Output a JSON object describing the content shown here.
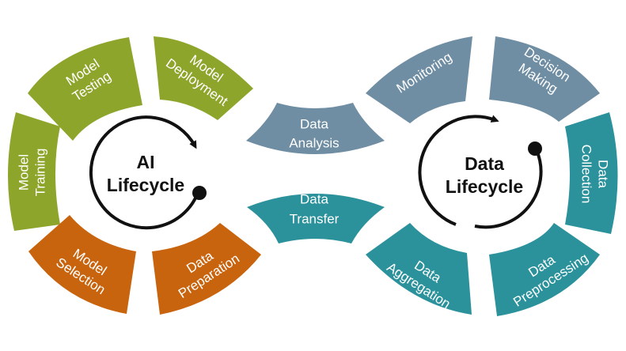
{
  "colors": {
    "green": "#8ea52c",
    "orange": "#c9640e",
    "slate": "#6f8ea3",
    "teal": "#2b929c",
    "cycle_arrow": "#111111"
  },
  "ai_lifecycle": {
    "title_line1": "AI",
    "title_line2": "Lifecycle",
    "segments": {
      "model_testing": [
        "Model",
        "Testing"
      ],
      "model_deployment": [
        "Model",
        "Deployment"
      ],
      "model_training": [
        "Model",
        "Training"
      ],
      "model_selection": [
        "Model",
        "Selection"
      ],
      "data_preparation": [
        "Data",
        "Preparation"
      ]
    }
  },
  "bridge": {
    "data_analysis": [
      "Data",
      "Analysis"
    ],
    "data_transfer": [
      "Data",
      "Transfer"
    ]
  },
  "data_lifecycle": {
    "title_line1": "Data",
    "title_line2": "Lifecycle",
    "segments": {
      "monitoring": [
        "Monitoring"
      ],
      "decision_making": [
        "Decision",
        "Making"
      ],
      "data_collection": [
        "Data",
        "Collection"
      ],
      "data_preprocessing": [
        "Data",
        "Preprocessing"
      ],
      "data_aggregation": [
        "Data",
        "Aggregation"
      ]
    }
  }
}
